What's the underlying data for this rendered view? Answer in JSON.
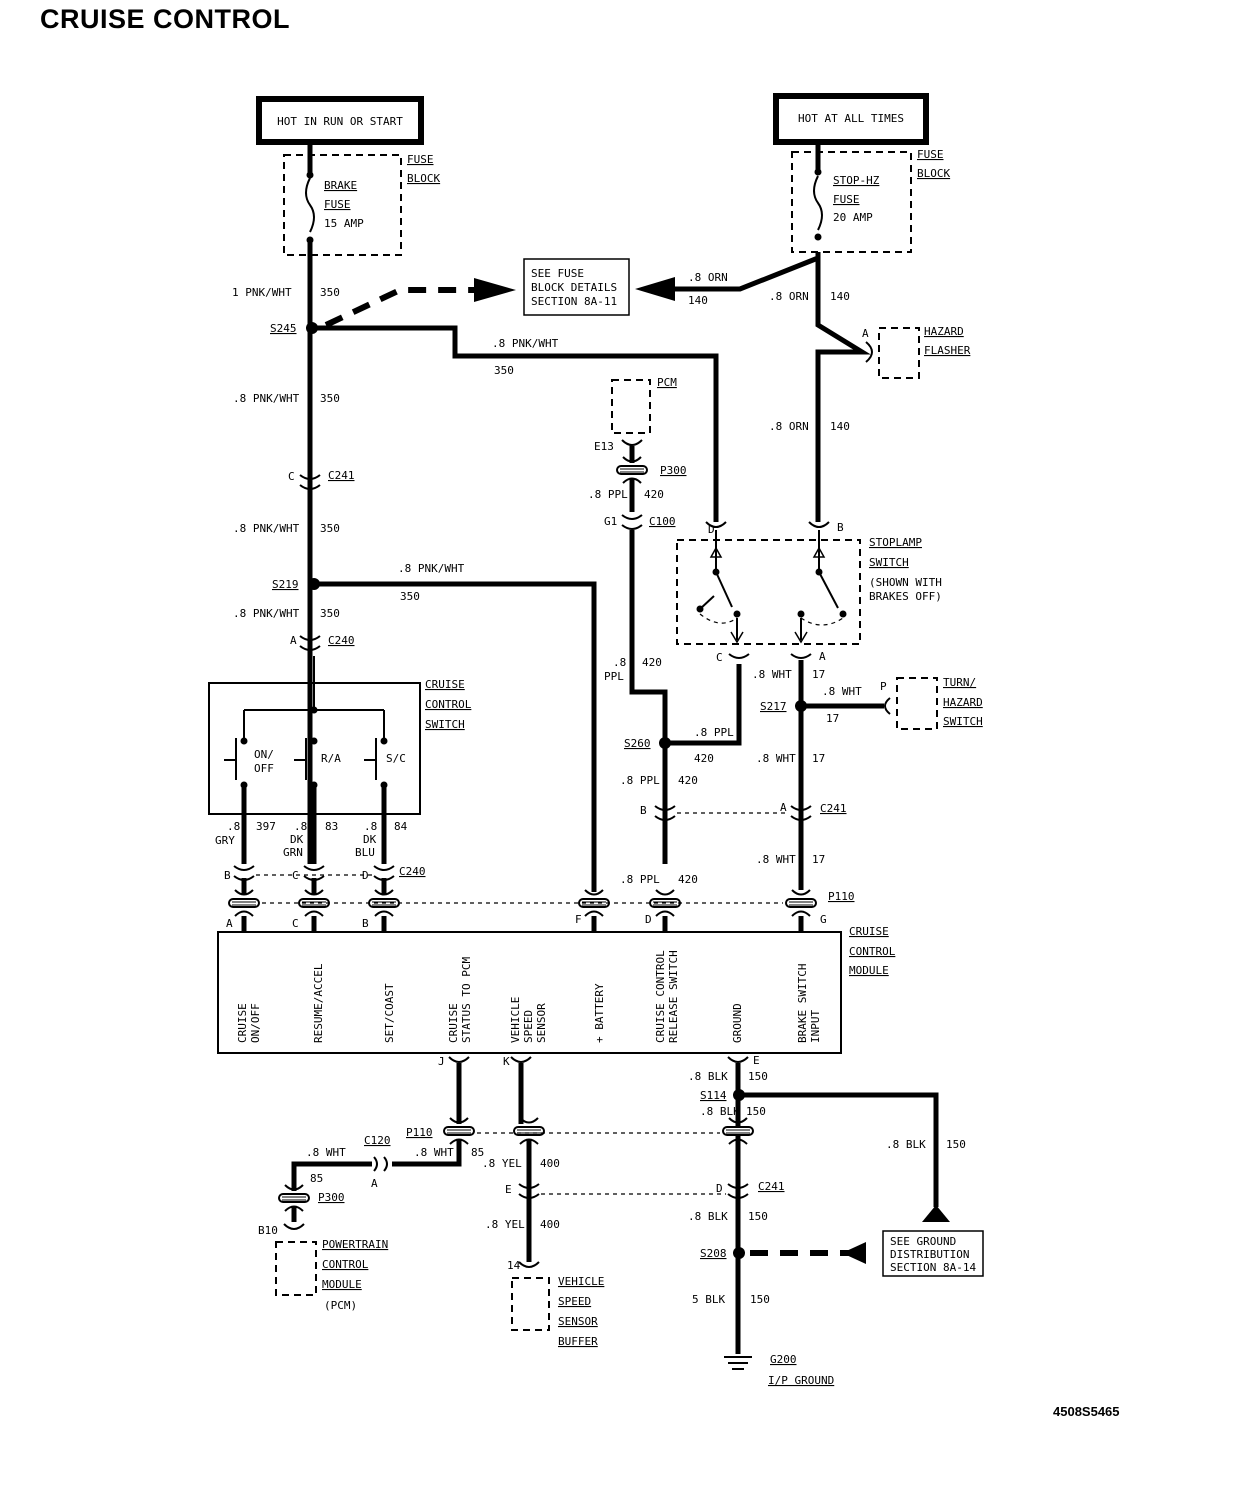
{
  "title": "CRUISE CONTROL",
  "diagram_code": "4508S5465",
  "power": {
    "run": {
      "label": "HOT IN RUN OR START",
      "fuse_name": "BRAKE",
      "fuse_word": "FUSE",
      "fuse_rating": "15 AMP",
      "block_1": "FUSE",
      "block_2": "BLOCK"
    },
    "always": {
      "label": "HOT AT ALL TIMES",
      "fuse_name": "STOP-HZ",
      "fuse_word": "FUSE",
      "fuse_rating": "20 AMP",
      "block_1": "FUSE",
      "block_2": "BLOCK"
    }
  },
  "references": {
    "fuse_details": [
      "SEE FUSE",
      "BLOCK DETAILS",
      "SECTION 8A-11"
    ],
    "ground_distribution": [
      "SEE GROUND",
      "DISTRIBUTION",
      "SECTION 8A-14"
    ]
  },
  "components": {
    "hazard_flasher": [
      "HAZARD",
      "FLASHER"
    ],
    "pcm": "PCM",
    "stoplamp_switch": [
      "STOPLAMP",
      "SWITCH",
      "(SHOWN WITH",
      "BRAKES OFF)"
    ],
    "turn_hazard_switch": [
      "TURN/",
      "HAZARD",
      "SWITCH"
    ],
    "cruise_switch": [
      "CRUISE",
      "CONTROL",
      "SWITCH"
    ],
    "cruise_switch_contacts": [
      "ON/",
      "OFF",
      "R/A",
      "S/C"
    ],
    "cruise_module": [
      "CRUISE",
      "CONTROL",
      "MODULE"
    ],
    "powertrain_module": [
      "POWERTRAIN",
      "CONTROL",
      "MODULE",
      "(PCM)"
    ],
    "vss_buffer": [
      "VEHICLE",
      "SPEED",
      "SENSOR",
      "BUFFER"
    ],
    "ground": [
      "G200",
      "I/P GROUND"
    ]
  },
  "module_pins": [
    [
      "CRUISE",
      "ON/OFF"
    ],
    [
      "RESUME/ACCEL"
    ],
    [
      "SET/COAST"
    ],
    [
      "CRUISE",
      "STATUS TO PCM"
    ],
    [
      "VEHICLE",
      "SPEED",
      "SENSOR"
    ],
    [
      "+ BATTERY"
    ],
    [
      "CRUISE CONTROL",
      "RELEASE SWITCH"
    ],
    [
      "GROUND"
    ],
    [
      "BRAKE SWITCH",
      "INPUT"
    ]
  ],
  "connectors": {
    "C241": "C241",
    "C240": "C240",
    "C100": "C100",
    "C120": "C120",
    "P110": "P110",
    "P300": "P300"
  },
  "splices": {
    "S245": "S245",
    "S219": "S219",
    "S260": "S260",
    "S217": "S217",
    "S114": "S114",
    "S208": "S208"
  },
  "wires": {
    "pnkwht_1": "1 PNK/WHT",
    "pnkwht_08": ".8 PNK/WHT",
    "c350": "350",
    "orn_08": ".8 ORN",
    "c140": "140",
    "ppl_08": ".8 PPL",
    "ppl_08a": ".8",
    "ppl_08b": "PPL",
    "c420": "420",
    "wht_08": ".8 WHT",
    "c17": "17",
    "gry": [
      ".8",
      "GRY"
    ],
    "c397": "397",
    "dkgrn": [
      ".8",
      "DK",
      "GRN"
    ],
    "c83": "83",
    "dkblu": [
      ".8",
      "DK",
      "BLU"
    ],
    "c84": "84",
    "blk_08": ".8 BLK",
    "blk_5": "5 BLK",
    "c150": "150",
    "yel_08": ".8 YEL",
    "c400": "400",
    "c85": "85"
  },
  "pins": {
    "A": "A",
    "B": "B",
    "C": "C",
    "D": "D",
    "E": "E",
    "F": "F",
    "G": "G",
    "J": "J",
    "K": "K",
    "P": "P",
    "E13": "E13",
    "G1": "G1",
    "B10": "B10",
    "p14": "14"
  }
}
